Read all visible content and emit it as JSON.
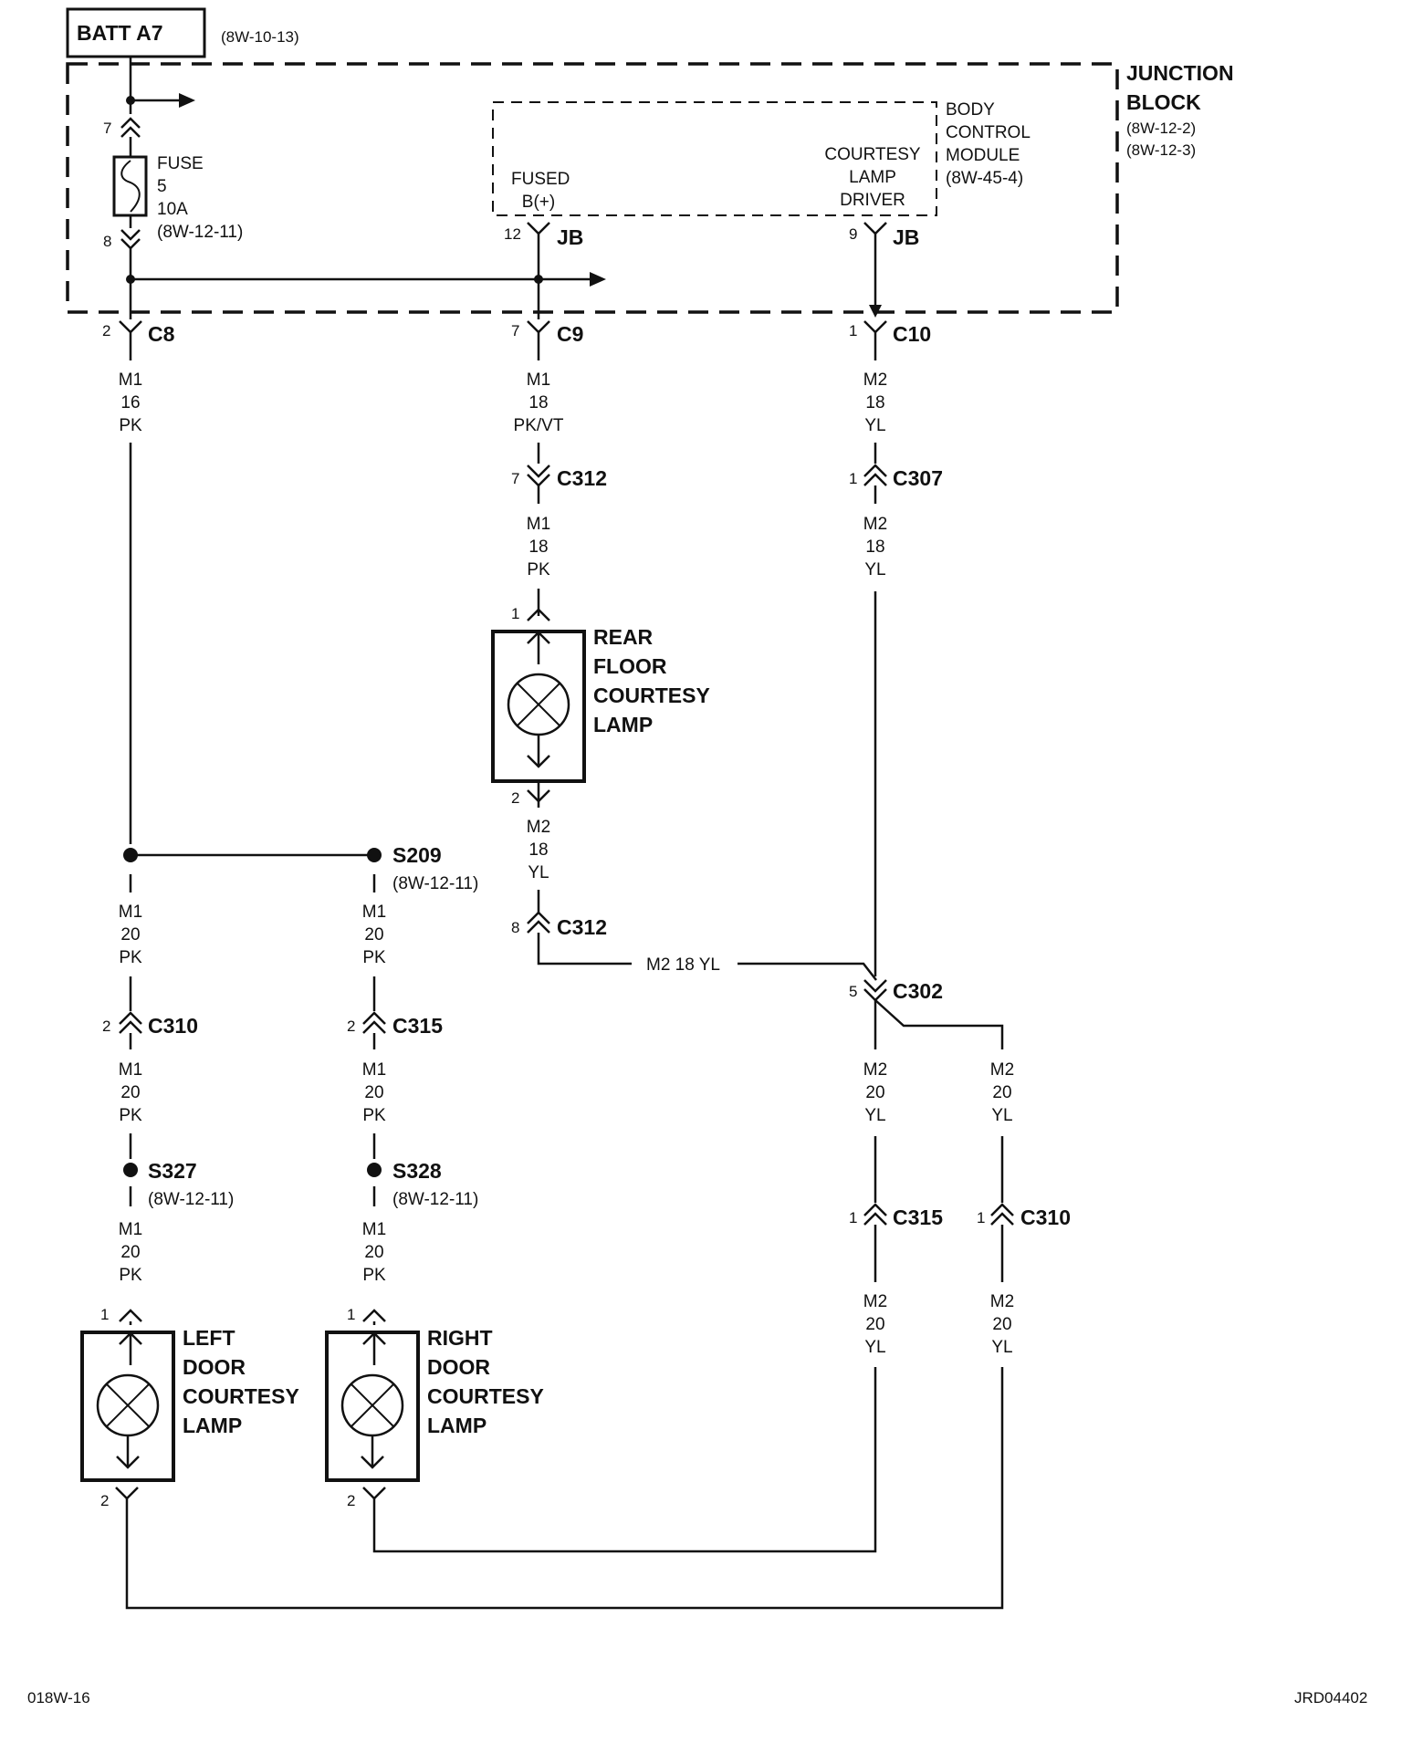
{
  "header": {
    "source_box": "BATT A7",
    "source_ref": "(8W-10-13)"
  },
  "junction_block": {
    "title1": "JUNCTION",
    "title2": "BLOCK",
    "ref1": "(8W-12-2)",
    "ref2": "(8W-12-3)"
  },
  "fuse": {
    "label": "FUSE",
    "number": "5",
    "rating": "10A",
    "ref": "(8W-12-11)",
    "pin_in": "7",
    "pin_out": "8"
  },
  "bcm": {
    "line1": "BODY",
    "line2": "CONTROL",
    "line3": "MODULE",
    "ref": "(8W-45-4)",
    "fused_line1": "FUSED",
    "fused_line2": "B(+)",
    "driver_line1": "COURTESY",
    "driver_line2": "LAMP",
    "driver_line3": "DRIVER",
    "pin_fused": "12",
    "pin_driver": "9",
    "connector": "JB"
  },
  "connectors": {
    "c8": {
      "pin": "2",
      "name": "C8"
    },
    "c9": {
      "pin": "7",
      "name": "C9"
    },
    "c10": {
      "pin": "1",
      "name": "C10"
    },
    "c312_top": {
      "pin": "7",
      "name": "C312"
    },
    "c307": {
      "pin": "1",
      "name": "C307"
    },
    "c312_bottom": {
      "pin": "8",
      "name": "C312"
    },
    "c302": {
      "pin": "5",
      "name": "C302"
    },
    "c310_left": {
      "pin": "2",
      "name": "C310"
    },
    "c315_left": {
      "pin": "2",
      "name": "C315"
    },
    "c315_right": {
      "pin": "1",
      "name": "C315"
    },
    "c310_right": {
      "pin": "1",
      "name": "C310"
    }
  },
  "splices": {
    "s209": {
      "name": "S209",
      "ref": "(8W-12-11)"
    },
    "s327": {
      "name": "S327",
      "ref": "(8W-12-11)"
    },
    "s328": {
      "name": "S328",
      "ref": "(8W-12-11)"
    }
  },
  "wires": {
    "c8_down": [
      "M1",
      "16",
      "PK"
    ],
    "c9_down": [
      "M1",
      "18",
      "PK/VT"
    ],
    "c10_down": [
      "M2",
      "18",
      "YL"
    ],
    "c312_down": [
      "M1",
      "18",
      "PK"
    ],
    "c307_down": [
      "M2",
      "18",
      "YL"
    ],
    "rear_lamp_down": [
      "M2",
      "18",
      "YL"
    ],
    "left_s_down": [
      "M1",
      "20",
      "PK"
    ],
    "right_s_down": [
      "M1",
      "20",
      "PK"
    ],
    "c310l_down": [
      "M1",
      "20",
      "PK"
    ],
    "c315l_down": [
      "M1",
      "20",
      "PK"
    ],
    "s327_down": [
      "M1",
      "20",
      "PK"
    ],
    "s328_down": [
      "M1",
      "20",
      "PK"
    ],
    "c302_a": [
      "M2",
      "20",
      "YL"
    ],
    "c302_b": [
      "M2",
      "20",
      "YL"
    ],
    "c315r_down": [
      "M2",
      "20",
      "YL"
    ],
    "c310r_down": [
      "M2",
      "20",
      "YL"
    ],
    "horizontal_m2": "M2   18 YL"
  },
  "lamps": {
    "rear": {
      "line1": "REAR",
      "line2": "FLOOR",
      "line3": "COURTESY",
      "line4": "LAMP",
      "pin_top": "1",
      "pin_bottom": "2"
    },
    "left": {
      "line1": "LEFT",
      "line2": "DOOR",
      "line3": "COURTESY",
      "line4": "LAMP",
      "pin_top": "1",
      "pin_bottom": "2"
    },
    "right": {
      "line1": "RIGHT",
      "line2": "DOOR",
      "line3": "COURTESY",
      "line4": "LAMP",
      "pin_top": "1",
      "pin_bottom": "2"
    }
  },
  "footer": {
    "left_code": "018W-16",
    "right_code": "JRD04402"
  }
}
